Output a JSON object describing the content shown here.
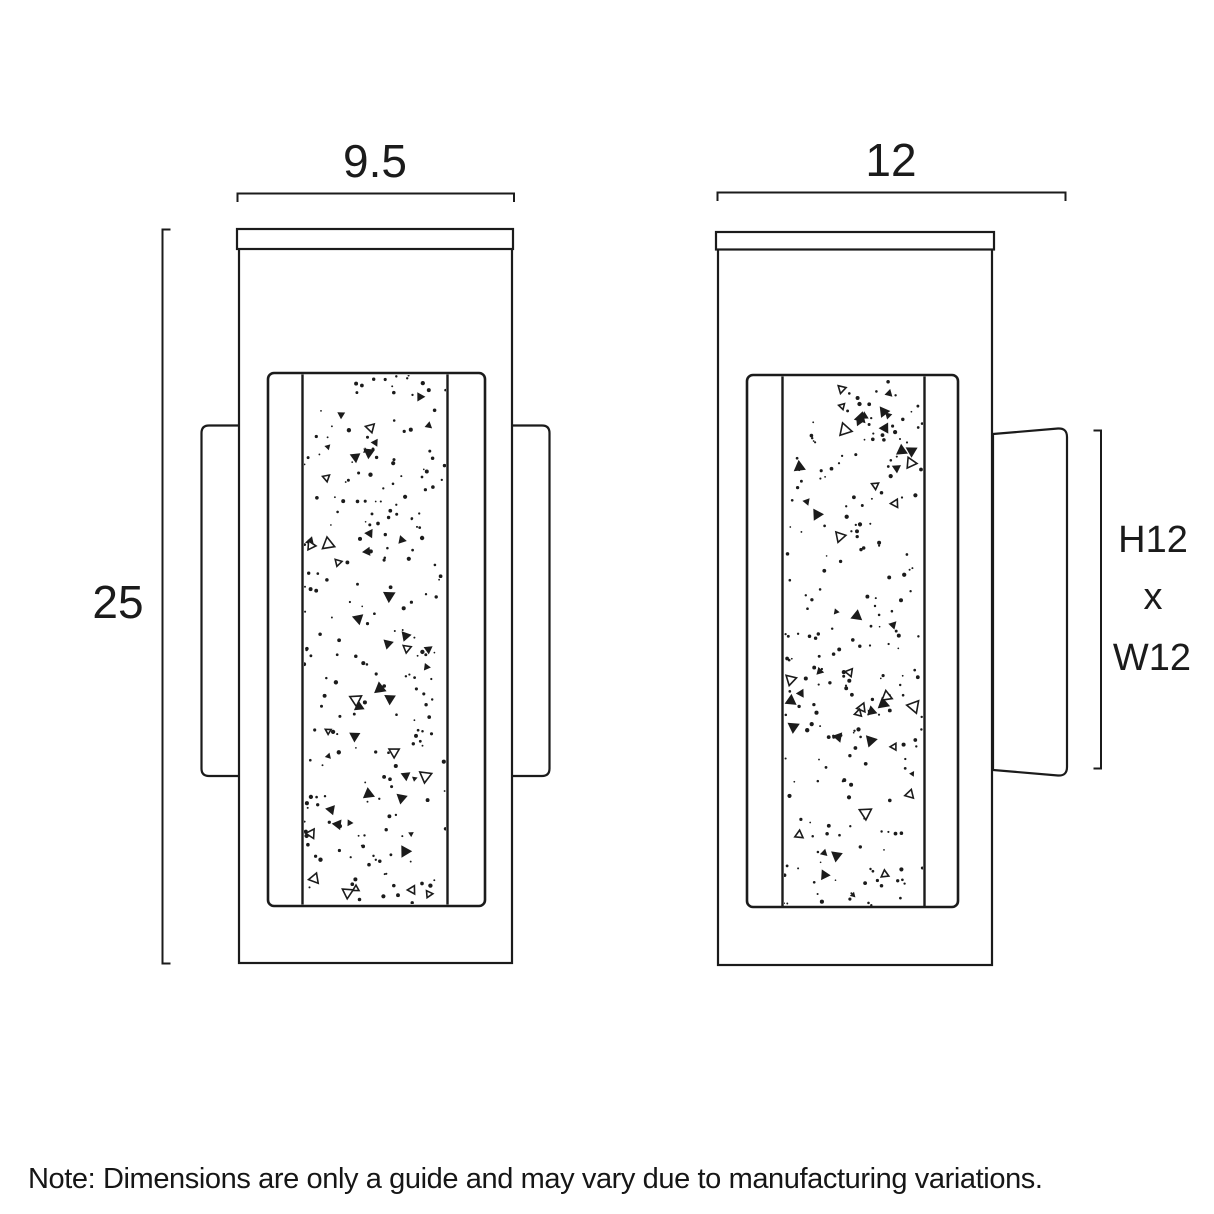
{
  "diagram": {
    "front_view": {
      "width_label": "9.5",
      "height_label": "25"
    },
    "side_view": {
      "width_label": "12",
      "plate_dim_line1": "H12",
      "plate_dim_line2": "x",
      "plate_dim_line3": "W12"
    },
    "note": "Note: Dimensions are only a guide and may vary due to manufacturing variations."
  },
  "colors": {
    "ink": "#1b1b1b",
    "background": "#ffffff"
  }
}
